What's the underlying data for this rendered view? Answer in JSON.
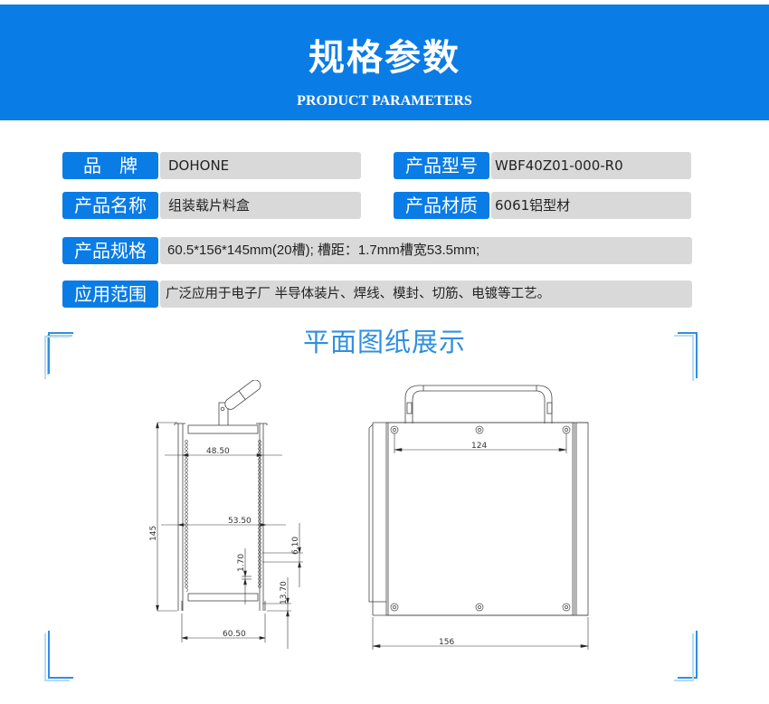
{
  "header": {
    "title": "规格参数",
    "subtitle": "PRODUCT PARAMETERS",
    "background_color": "#0a7ce6"
  },
  "specs": [
    {
      "label": "品　牌",
      "value": "DOHONE"
    },
    {
      "label": "产品型号",
      "value": "WBF40Z01-000-R0"
    },
    {
      "label": "产品名称",
      "value": "组装载片料盒"
    },
    {
      "label": "产品材质",
      "value": "6061铝型材"
    },
    {
      "label": "产品规格",
      "value": "60.5*156*145mm(20槽); 槽距：1.7mm槽宽53.5mm;"
    },
    {
      "label": "应用范围",
      "value": "广泛应用于电子厂 半导体装片、焊线、模封、切筋、电镀等工艺。"
    }
  ],
  "drawing_section": {
    "title": "平面图纸展示",
    "accent_color": "#2f8fe0",
    "front_view": {
      "dimensions": {
        "inner_width_top": "48.50",
        "slot_width": "53.50",
        "height": "145",
        "pitch_offset": "6.10",
        "slot_pitch": "1.70",
        "bottom_offset": "13.70",
        "outer_width": "60.50"
      }
    },
    "side_view": {
      "dimensions": {
        "hole_spacing": "124",
        "length": "156"
      }
    }
  }
}
